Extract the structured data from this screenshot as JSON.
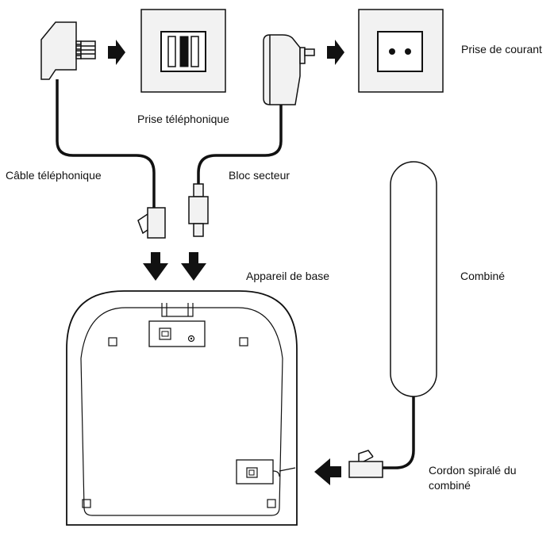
{
  "labels": {
    "wall_jack": "Prise téléphonique",
    "power_outlet": "Prise de courant",
    "phone_cable": "Câble téléphonique",
    "power_adapter": "Bloc secteur",
    "base_unit": "Appareil de base",
    "handset": "Combiné",
    "coiled_cord_line1": "Cordon spiralé du",
    "coiled_cord_line2": "combiné"
  },
  "icons": {
    "arrow_right": "arrow-right-icon",
    "arrow_down": "arrow-down-icon",
    "arrow_left": "arrow-left-icon"
  },
  "colors": {
    "line": "#111111",
    "fill": "#f2f2f2",
    "background": "#ffffff"
  }
}
